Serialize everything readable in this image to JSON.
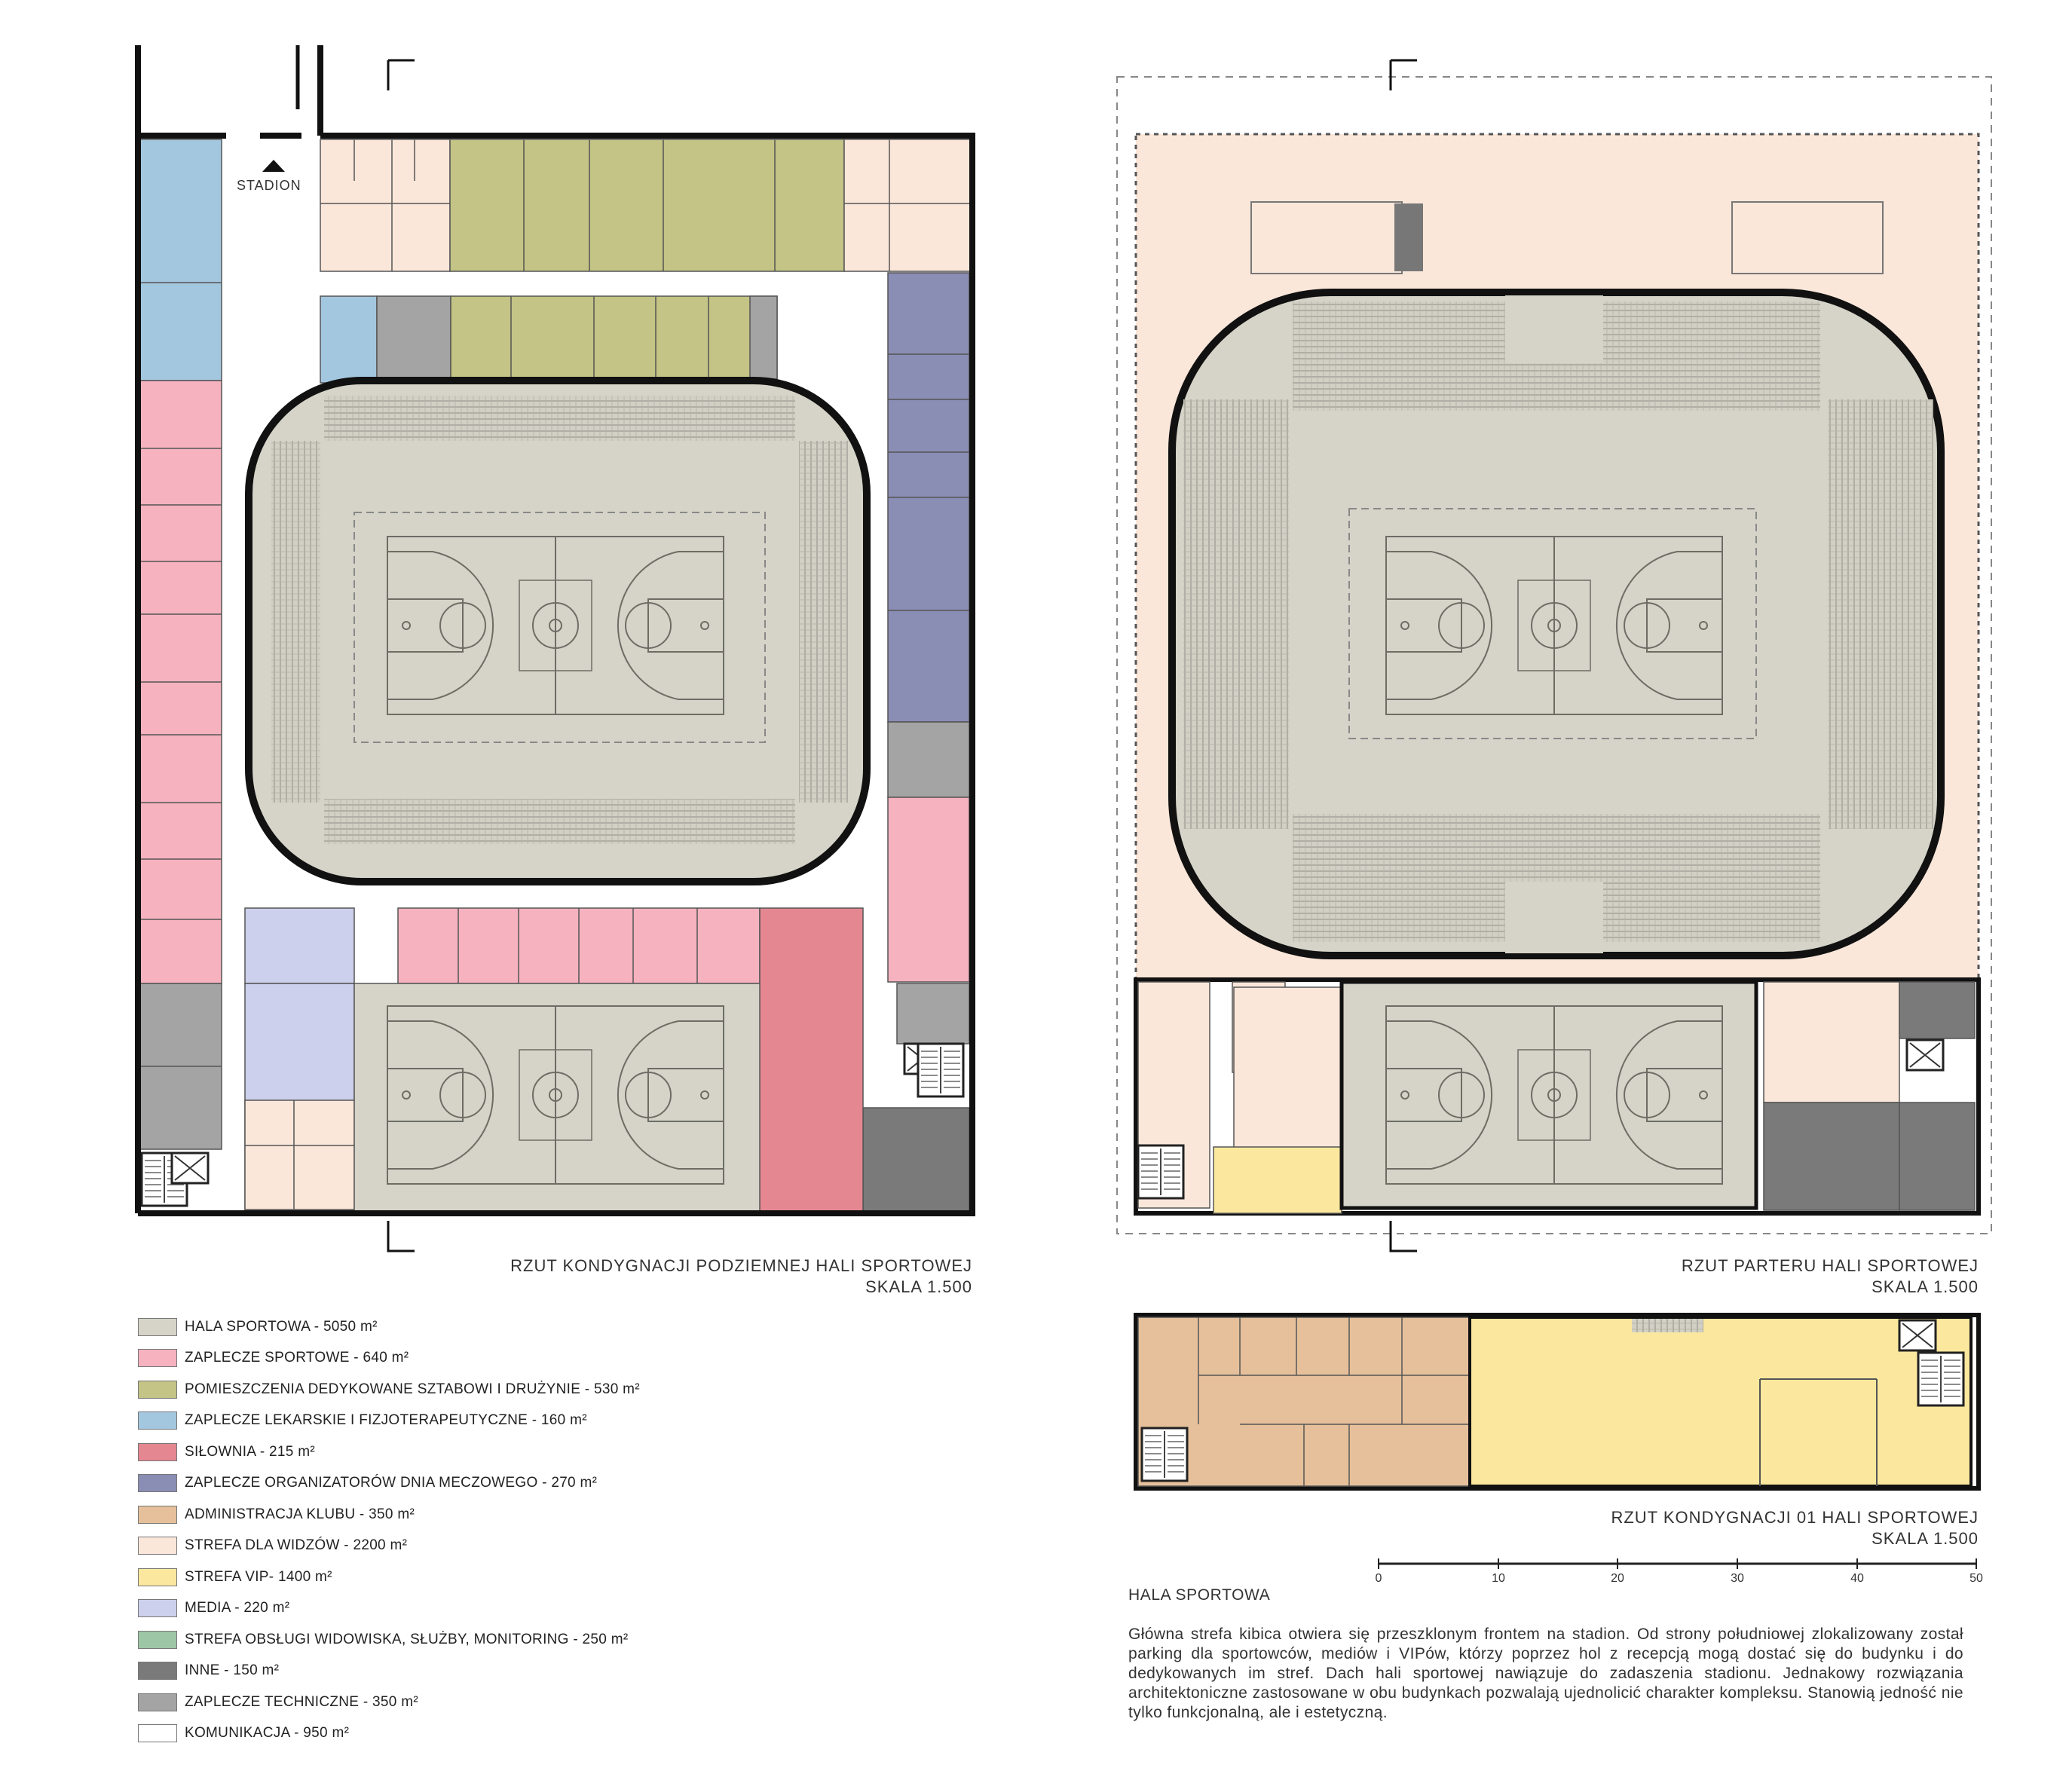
{
  "plans": {
    "basement": {
      "title": "RZUT KONDYGNACJI PODZIEMNEJ HALI SPORTOWEJ",
      "scale": "SKALA 1.500",
      "entrance_label": "STADION"
    },
    "ground": {
      "title": "RZUT PARTERU HALI SPORTOWEJ",
      "scale": "SKALA 1.500"
    },
    "first": {
      "title": "RZUT KONDYGNACJI 01 HALI SPORTOWEJ",
      "scale": "SKALA 1.500"
    }
  },
  "scale_bar": {
    "ticks": [
      "0",
      "10",
      "20",
      "30",
      "40",
      "50"
    ]
  },
  "legend": [
    {
      "label": "HALA SPORTOWA - 5050 m²",
      "color": "#d6d4c8"
    },
    {
      "label": "ZAPLECZE SPORTOWE - 640 m²",
      "color": "#f6b2bf"
    },
    {
      "label": "POMIESZCZENIA DEDYKOWANE SZTABOWI I DRUŻYNIE - 530 m²",
      "color": "#c3c485"
    },
    {
      "label": "ZAPLECZE LEKARSKIE I FIZJOTERAPEUTYCZNE - 160 m²",
      "color": "#a3c7df"
    },
    {
      "label": "SIŁOWNIA - 215 m²",
      "color": "#e58791"
    },
    {
      "label": "ZAPLECZE ORGANIZATORÓW DNIA MECZOWEGO - 270 m²",
      "color": "#8a8db4"
    },
    {
      "label": "ADMINISTRACJA KLUBU - 350 m²",
      "color": "#e6c09b"
    },
    {
      "label": "STREFA DLA WIDZÓW - 2200 m²",
      "color": "#fbe7da"
    },
    {
      "label": "STREFA VIP- 1400 m²",
      "color": "#fbe89e"
    },
    {
      "label": "MEDIA - 220 m²",
      "color": "#cdd0ec"
    },
    {
      "label": "STREFA OBSŁUGI WIDOWISKA, SŁUŻBY, MONITORING - 250 m²",
      "color": "#9cc6a6"
    },
    {
      "label": "INNE - 150 m²",
      "color": "#7a7a7a"
    },
    {
      "label": "ZAPLECZE TECHNICZNE - 350 m²",
      "color": "#a4a4a4"
    },
    {
      "label": "KOMUNIKACJA - 950 m²",
      "color": "#ffffff"
    }
  ],
  "description": {
    "title": "HALA SPORTOWA",
    "text": "Główna strefa kibica otwiera się przeszklonym frontem na stadion. Od strony południowej zlokalizowany został parking dla sportowców, mediów i VIPów, którzy poprzez hol z recepcją mogą dostać się do budynku i do dedykowanych im stref. Dach hali sportowej nawiązuje do zadaszenia stadionu. Jednakowy rozwiązania architektoniczne zastosowane w obu budynkach pozwalają ujednolicić charakter kompleksu. Stanowią jedność nie tylko funkcjonalną, ale i estetyczną."
  }
}
